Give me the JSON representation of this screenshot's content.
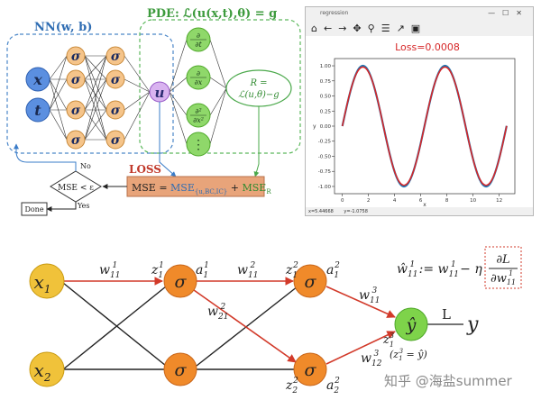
{
  "top": {
    "nn_title": "NN(w, b)",
    "pde_title": "PDE: ℒ(u(x,t),θ) = g",
    "inputs": [
      "x",
      "t"
    ],
    "hidden_symbol": "σ",
    "output_symbol": "u",
    "derivatives": [
      {
        "num": "∂",
        "den": "∂t"
      },
      {
        "num": "∂",
        "den": "∂x"
      },
      {
        "num": "∂²",
        "den": "∂x²"
      },
      {
        "num": "⋮",
        "den": ""
      }
    ],
    "residual": {
      "line1": "R =",
      "line2": "ℒ(u,θ)−g"
    },
    "loss_label": "LOSS",
    "loss_box": {
      "lhs": "MSE = ",
      "mse_u": "MSE",
      "sub_u": "{u,BC,IC}",
      "plus": " + ",
      "mse_r": "MSE",
      "sub_r": "R"
    },
    "decision": "MSE < ε",
    "no_label": "No",
    "yes_label": "Yes",
    "done_label": "Done"
  },
  "plot_window": {
    "title": "regression",
    "loss_text": "Loss=0.0008",
    "ylabel": "y",
    "xlabel": "x",
    "x_ticks": [
      "0",
      "2",
      "4",
      "6",
      "8",
      "10",
      "12"
    ],
    "y_ticks": [
      "1.00",
      "0.75",
      "0.50",
      "0.25",
      "0.00",
      "-0.25",
      "-0.50",
      "-0.75",
      "-1.00"
    ],
    "status_x": "x=5.44668",
    "status_y": "y=-1.0758",
    "colors": {
      "prediction": "#d62728",
      "truth": "#1f77b4",
      "loss": "#d62728"
    }
  },
  "chart_data": {
    "type": "line",
    "xlim": [
      -0.6,
      13.2
    ],
    "ylim": [
      -1.12,
      1.12
    ],
    "x_ticks": [
      0,
      2,
      4,
      6,
      8,
      10,
      12
    ],
    "y_ticks": [
      1,
      0.75,
      0.5,
      0.25,
      0,
      -0.25,
      -0.5,
      -0.75,
      -1
    ],
    "series": [
      {
        "function": "sin(x)",
        "x_range": [
          0,
          12.57
        ],
        "color": "#1f77b4"
      },
      {
        "function": "sin(x) (prediction)",
        "x_range": [
          0,
          12.57
        ],
        "color": "#d62728"
      }
    ]
  },
  "bottom": {
    "nodes": {
      "x1": "x",
      "x1_sub": "1",
      "x2": "x",
      "x2_sub": "2",
      "sigma": "σ",
      "yhat": "ŷ"
    },
    "labels": {
      "w11_1": "w",
      "w11_1_sub": "11",
      "w11_1_sup": "1",
      "z11": "z",
      "z11_sub": "1",
      "z11_sup": "1",
      "a11": "a",
      "a11_sub": "1",
      "a11_sup": "1",
      "w11_2": "w",
      "w11_2_sub": "11",
      "w11_2_sup": "2",
      "w21_2": "w",
      "w21_2_sub": "21",
      "w21_2_sup": "2",
      "z12": "z",
      "z12_sub": "1",
      "z12_sup": "2",
      "a12": "a",
      "a12_sub": "1",
      "a12_sup": "2",
      "w11_3": "w",
      "w11_3_sub": "11",
      "w11_3_sup": "3",
      "w12_3": "w",
      "w12_3_sub": "12",
      "w12_3_sup": "3",
      "z13": "z",
      "z13_sub": "1",
      "z13_sup": "3",
      "z22": "z",
      "z22_sub": "2",
      "z22_sup": "2",
      "a22": "a",
      "a22_sub": "2",
      "a22_sup": "2",
      "z13eq": "(z",
      "z13eq_sub": "1",
      "z13eq_sup": "3",
      "z13eq_rest": " = ŷ)",
      "L": "L",
      "y": "y"
    },
    "formula": {
      "lhs": "ŵ",
      "lhs_sub": "11",
      "lhs_sup": "1",
      "mid": " := w",
      "mid_sub": "11",
      "mid_sup": "1",
      "minus": " − η",
      "frac_num": "∂L",
      "frac_den": "∂w",
      "frac_den_sub": "11",
      "frac_den_sup": "1"
    },
    "watermark": "知乎 @海盐summer"
  }
}
